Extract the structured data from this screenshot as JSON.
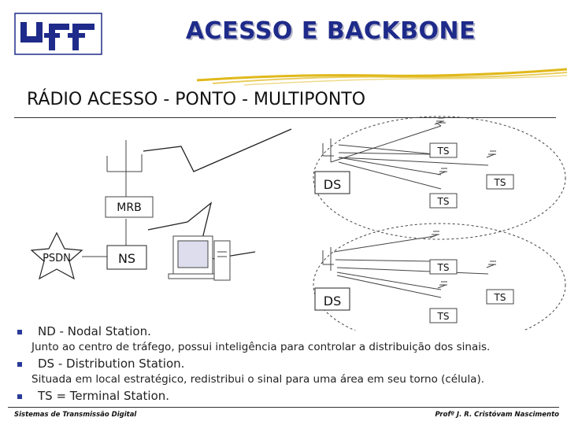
{
  "header": {
    "logo_text": "uff",
    "title": "ACESSO E BACKBONE"
  },
  "subtitle": "RÁDIO ACESSO - PONTO - MULTIPONTO",
  "diagram": {
    "nodes": {
      "psdn": "PSDN",
      "mrb": "MRB",
      "ns": "NS",
      "ds_top": "DS",
      "ds_bottom": "DS",
      "ts_top_1": "TS",
      "ts_top_2": "TS",
      "ts_top_3": "TS",
      "ts_bottom_1": "TS",
      "ts_bottom_2": "TS",
      "ts_bottom_3": "TS"
    }
  },
  "bullets": [
    {
      "term": "ND - Nodal Station.",
      "desc": "Junto ao centro de tráfego, possui inteligência para controlar a distribuição dos sinais."
    },
    {
      "term": "DS - Distribution Station.",
      "desc": "Situada em local estratégico, redistribui o sinal para uma área em seu torno (célula)."
    },
    {
      "term": "TS = Terminal Station.",
      "desc": ""
    }
  ],
  "footer": {
    "left": "Sistemas de Transmissão Digital",
    "right": "Profº J. R. Cristóvam Nascimento"
  },
  "colors": {
    "title": "#1e2b8a",
    "swoosh": "#e0b81a",
    "bullet": "#2a3a9a",
    "logo": "#1e2b8a"
  }
}
